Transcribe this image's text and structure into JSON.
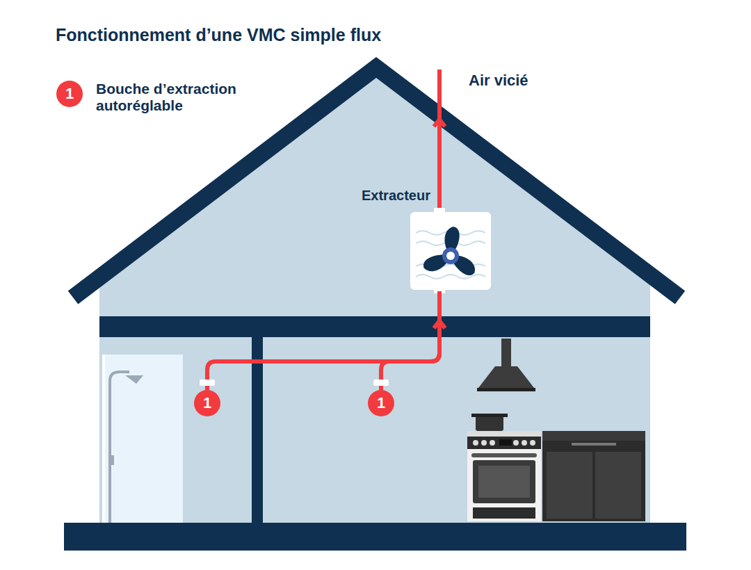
{
  "diagram": {
    "title": "Fonctionnement d’une VMC simple flux",
    "nodes": [
      {
        "text": [
          "1",
          "Bouche d’extraction autoréglable"
        ]
      },
      {
        "text": [
          "Extracteur"
        ]
      },
      {
        "text": [
          "1"
        ]
      },
      {
        "text": [
          "1"
        ]
      }
    ],
    "edges": [
      {
        "from": 2,
        "to": 1,
        "arrow": "to"
      },
      {
        "from": 3,
        "to": 1,
        "arrow": "to"
      }
    ],
    "labels": [
      "Air vicié"
    ]
  }
}
